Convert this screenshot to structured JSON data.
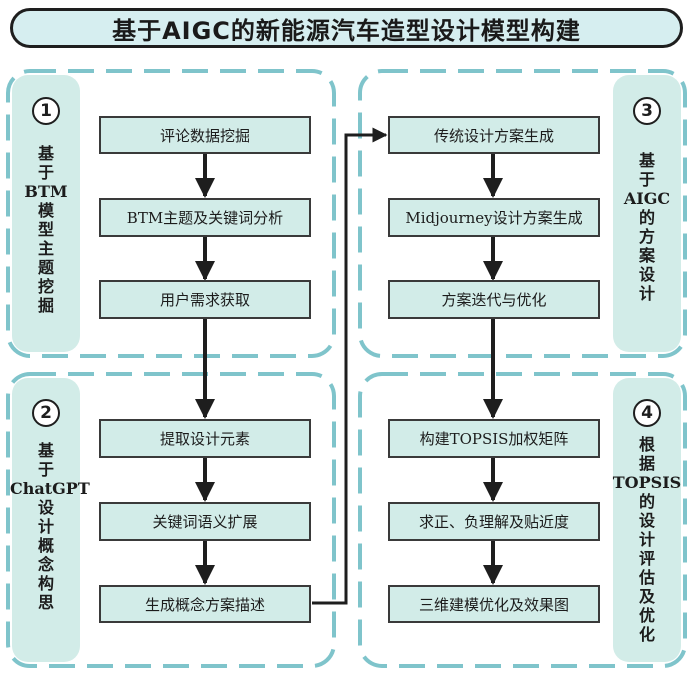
{
  "title": "基于AIGC的新能源汽车造型设计模型构建",
  "colors": {
    "panel_fill": "#d2ece8",
    "dashed_border": "#7fc4cb",
    "arrow": "#1e1e1e"
  },
  "panels": [
    {
      "number": "1",
      "label_lines": [
        "基",
        "于",
        "BTM",
        "模",
        "型",
        "主",
        "题",
        "挖",
        "掘"
      ],
      "steps": [
        "评论数据挖掘",
        "BTM主题及关键词分析",
        "用户需求获取"
      ]
    },
    {
      "number": "2",
      "label_lines": [
        "基",
        "于",
        "ChatGPT",
        "设",
        "计",
        "概",
        "念",
        "构",
        "思"
      ],
      "steps": [
        "提取设计元素",
        "关键词语义扩展",
        "生成概念方案描述"
      ]
    },
    {
      "number": "3",
      "label_lines": [
        "基",
        "于",
        "AIGC",
        "的",
        "方",
        "案",
        "设",
        "计"
      ],
      "steps": [
        "传统设计方案生成",
        "Midjourney设计方案生成",
        "方案迭代与优化"
      ]
    },
    {
      "number": "4",
      "label_lines": [
        "根",
        "据",
        "TOPSIS",
        "的",
        "设",
        "计",
        "评",
        "估",
        "及",
        "优",
        "化"
      ],
      "steps": [
        "构建TOPSIS加权矩阵",
        "求正、负理解及贴近度",
        "三维建模优化及效果图"
      ]
    }
  ]
}
